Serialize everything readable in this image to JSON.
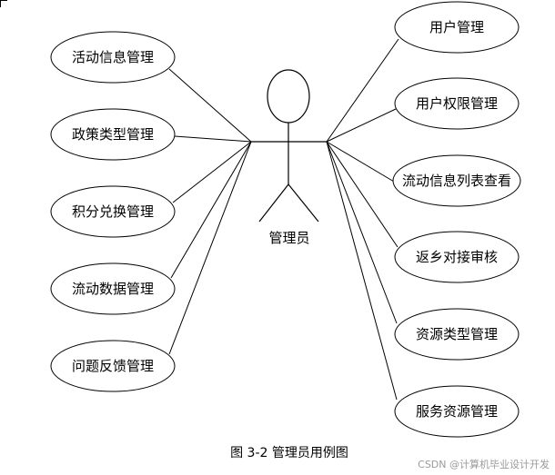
{
  "actor": {
    "label": "管理员"
  },
  "left_use_cases": [
    {
      "label": "活动信息管理"
    },
    {
      "label": "政策类型管理"
    },
    {
      "label": "积分兑换管理"
    },
    {
      "label": "流动数据管理"
    },
    {
      "label": "问题反馈管理"
    }
  ],
  "right_use_cases": [
    {
      "label": "用户管理"
    },
    {
      "label": "用户权限管理"
    },
    {
      "label": "流动信息列表查看"
    },
    {
      "label": "返乡对接审核"
    },
    {
      "label": "资源类型管理"
    },
    {
      "label": "服务资源管理"
    }
  ],
  "caption": "图 3-2 管理员用例图",
  "watermark": "CSDN @计算机毕业设计开发"
}
